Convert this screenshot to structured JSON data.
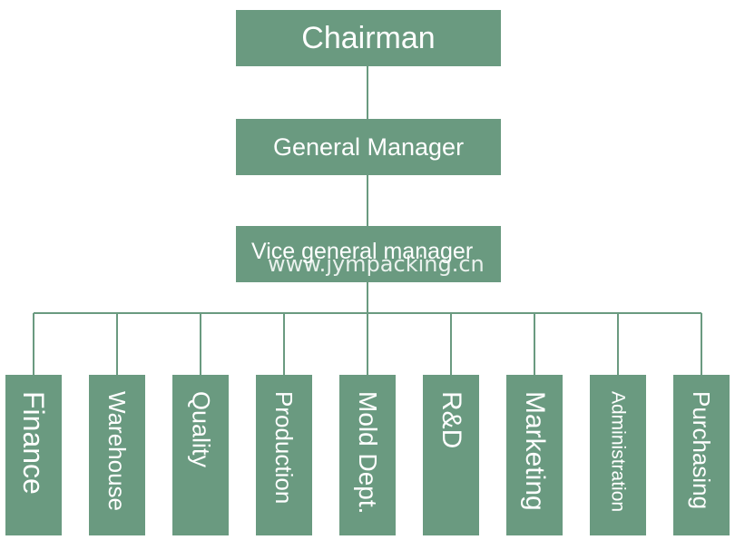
{
  "org_chart": {
    "chairman": "Chairman",
    "general_manager": "General Manager",
    "vice_general_manager": "Vice general manager",
    "watermark": "www.jympacking.cn",
    "departments": [
      "Finance",
      "Warehouse",
      "Quality",
      "Production",
      "Mold Dept.",
      "R&D",
      "Marketing",
      "Administration",
      "Purchasing"
    ]
  },
  "colors": {
    "box_fill": "#6a9a80",
    "connector": "#6a9a80",
    "text": "#ffffff"
  }
}
